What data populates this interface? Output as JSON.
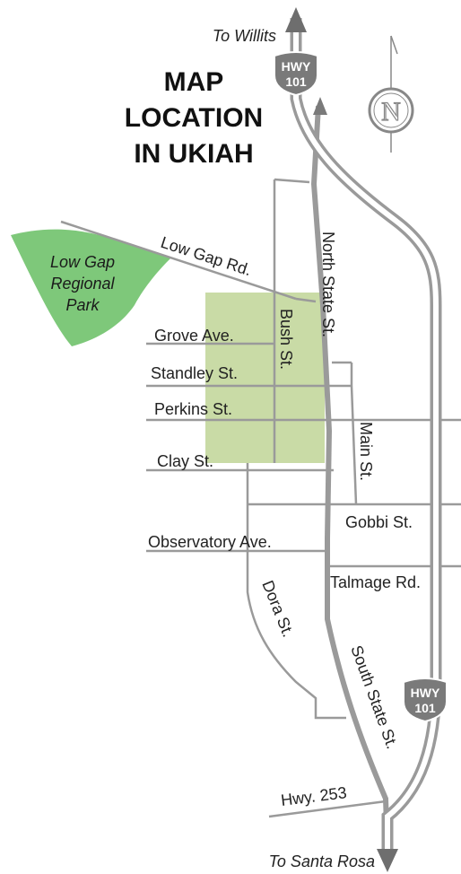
{
  "title": {
    "lines": [
      "MAP",
      "LOCATION",
      "IN UKIAH"
    ]
  },
  "destinations": {
    "north": "To Willits",
    "south": "To Santa Rosa"
  },
  "highway_shield": {
    "top": "HWY",
    "bottom": "101"
  },
  "compass": {
    "letter": "N"
  },
  "park": {
    "lines": [
      "Low Gap",
      "Regional",
      "Park"
    ],
    "color": "#7ec87a"
  },
  "highlight_area_color": "#c9dba6",
  "streets": {
    "low_gap": "Low Gap Rd.",
    "north_state": "North State St.",
    "south_state": "South State St.",
    "bush": "Bush St.",
    "grove": "Grove Ave.",
    "standley": "Standley St.",
    "perkins": "Perkins St.",
    "clay": "Clay St.",
    "main": "Main St.",
    "gobbi": "Gobbi St.",
    "observatory": "Observatory Ave.",
    "talmage": "Talmage Rd.",
    "dora": "Dora St.",
    "hwy253": "Hwy. 253"
  },
  "colors": {
    "road": "#9a9a9a",
    "arrow": "#6e6e6e",
    "shield": "#7a7a7a"
  }
}
